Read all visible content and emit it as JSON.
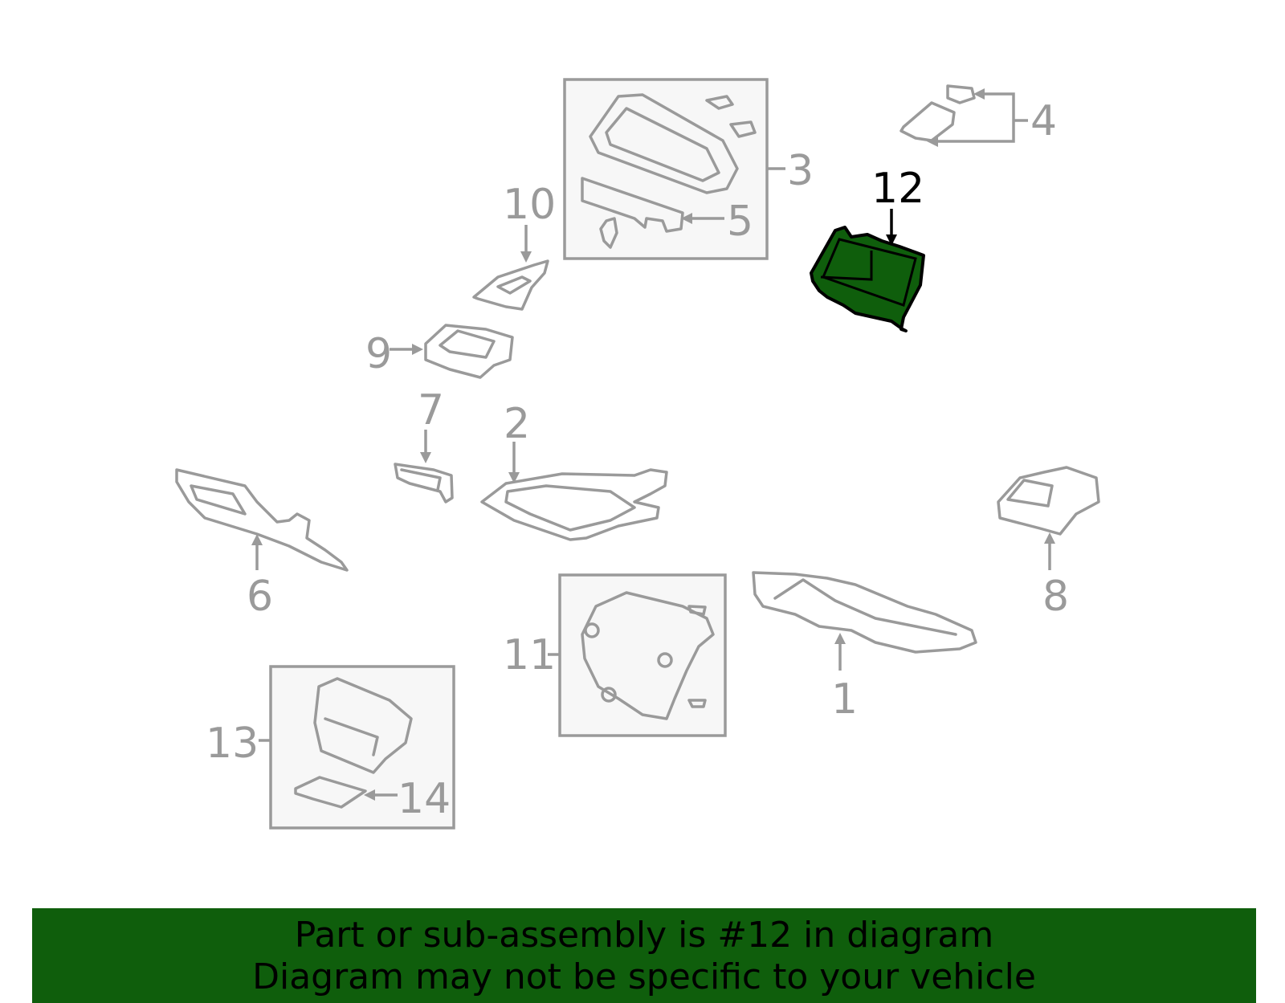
{
  "diagram": {
    "highlight_color": "#0f5e0c",
    "line_color": "#9a9a9a",
    "highlighted_callout": "12",
    "callouts": [
      "1",
      "2",
      "3",
      "4",
      "5",
      "6",
      "7",
      "8",
      "9",
      "10",
      "11",
      "12",
      "13",
      "14"
    ]
  },
  "banner": {
    "line1": "Part or sub-assembly is #12 in diagram",
    "line2": "Diagram may not be specific to your vehicle"
  }
}
